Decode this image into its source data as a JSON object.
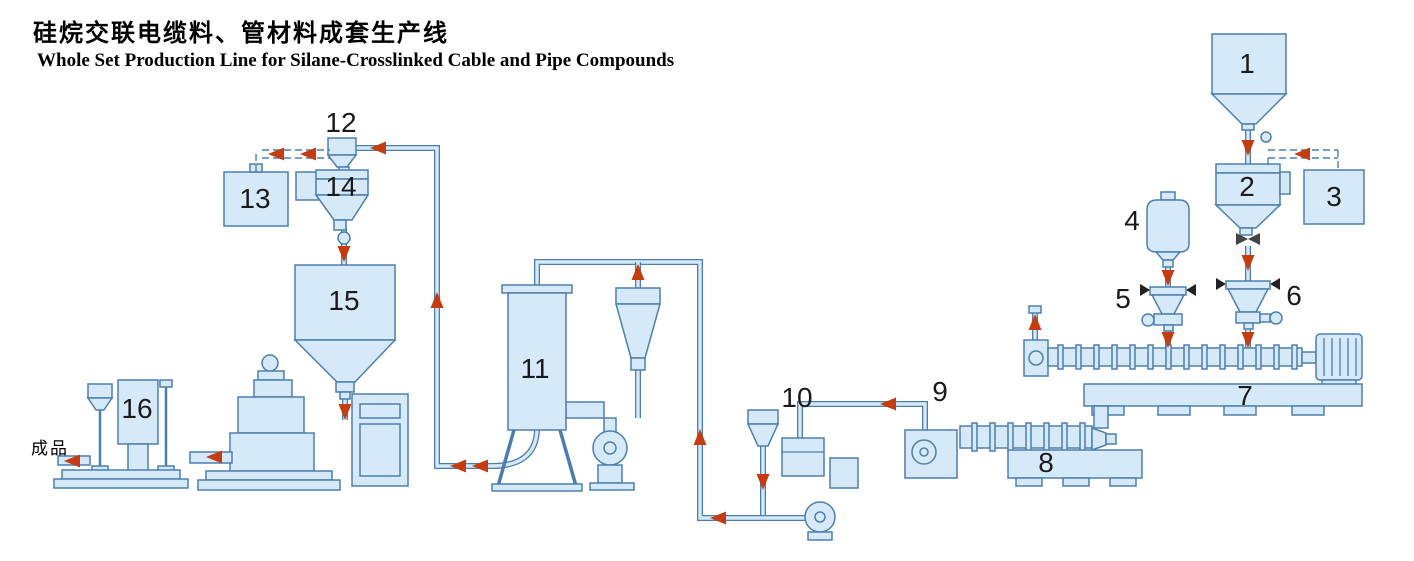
{
  "header": {
    "title_zh": "硅烷交联电缆料、管材料成套生产线",
    "title_en": "Whole Set Production Line for Silane-Crosslinked Cable and Pipe Compounds"
  },
  "diagram": {
    "type": "process-flow-diagram",
    "finished_product_label": "成品",
    "equipment_numbers": [
      "1",
      "2",
      "3",
      "4",
      "5",
      "6",
      "7",
      "8",
      "9",
      "10",
      "11",
      "12",
      "13",
      "14",
      "15",
      "16"
    ]
  },
  "colors": {
    "background": "#ffffff",
    "machine_fill": "#d6e9f8",
    "machine_stroke": "#4d7fae",
    "flow_arrow": "#c43c10",
    "text": "#1a1a1a"
  }
}
